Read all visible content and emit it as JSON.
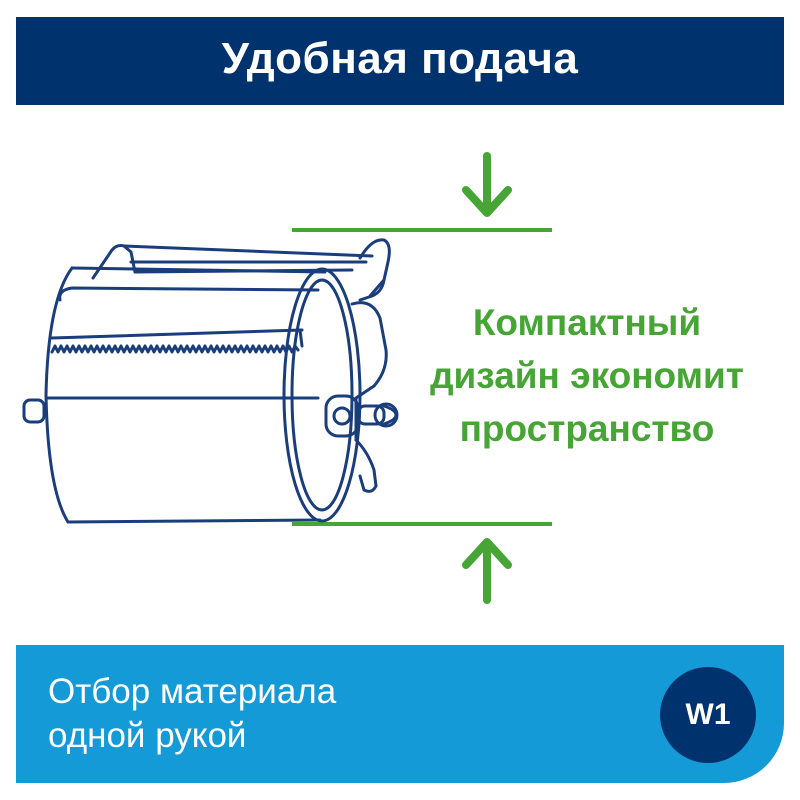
{
  "header": {
    "title": "Удобная подача"
  },
  "feature": {
    "lines": [
      "Компактный",
      "дизайн экономит",
      "пространство"
    ]
  },
  "footer": {
    "lines": [
      "Отбор материала",
      "одной рукой"
    ],
    "badge": "W1"
  },
  "icons": {
    "dispenser": "paper-roll-dispenser-icon",
    "arrow_top": "arrow-down-icon",
    "arrow_bottom": "arrow-up-icon"
  },
  "colors": {
    "navy": "#00326e",
    "blue": "#149bd7",
    "green": "#46a535",
    "outline": "#1a3d7c",
    "white": "#ffffff"
  }
}
